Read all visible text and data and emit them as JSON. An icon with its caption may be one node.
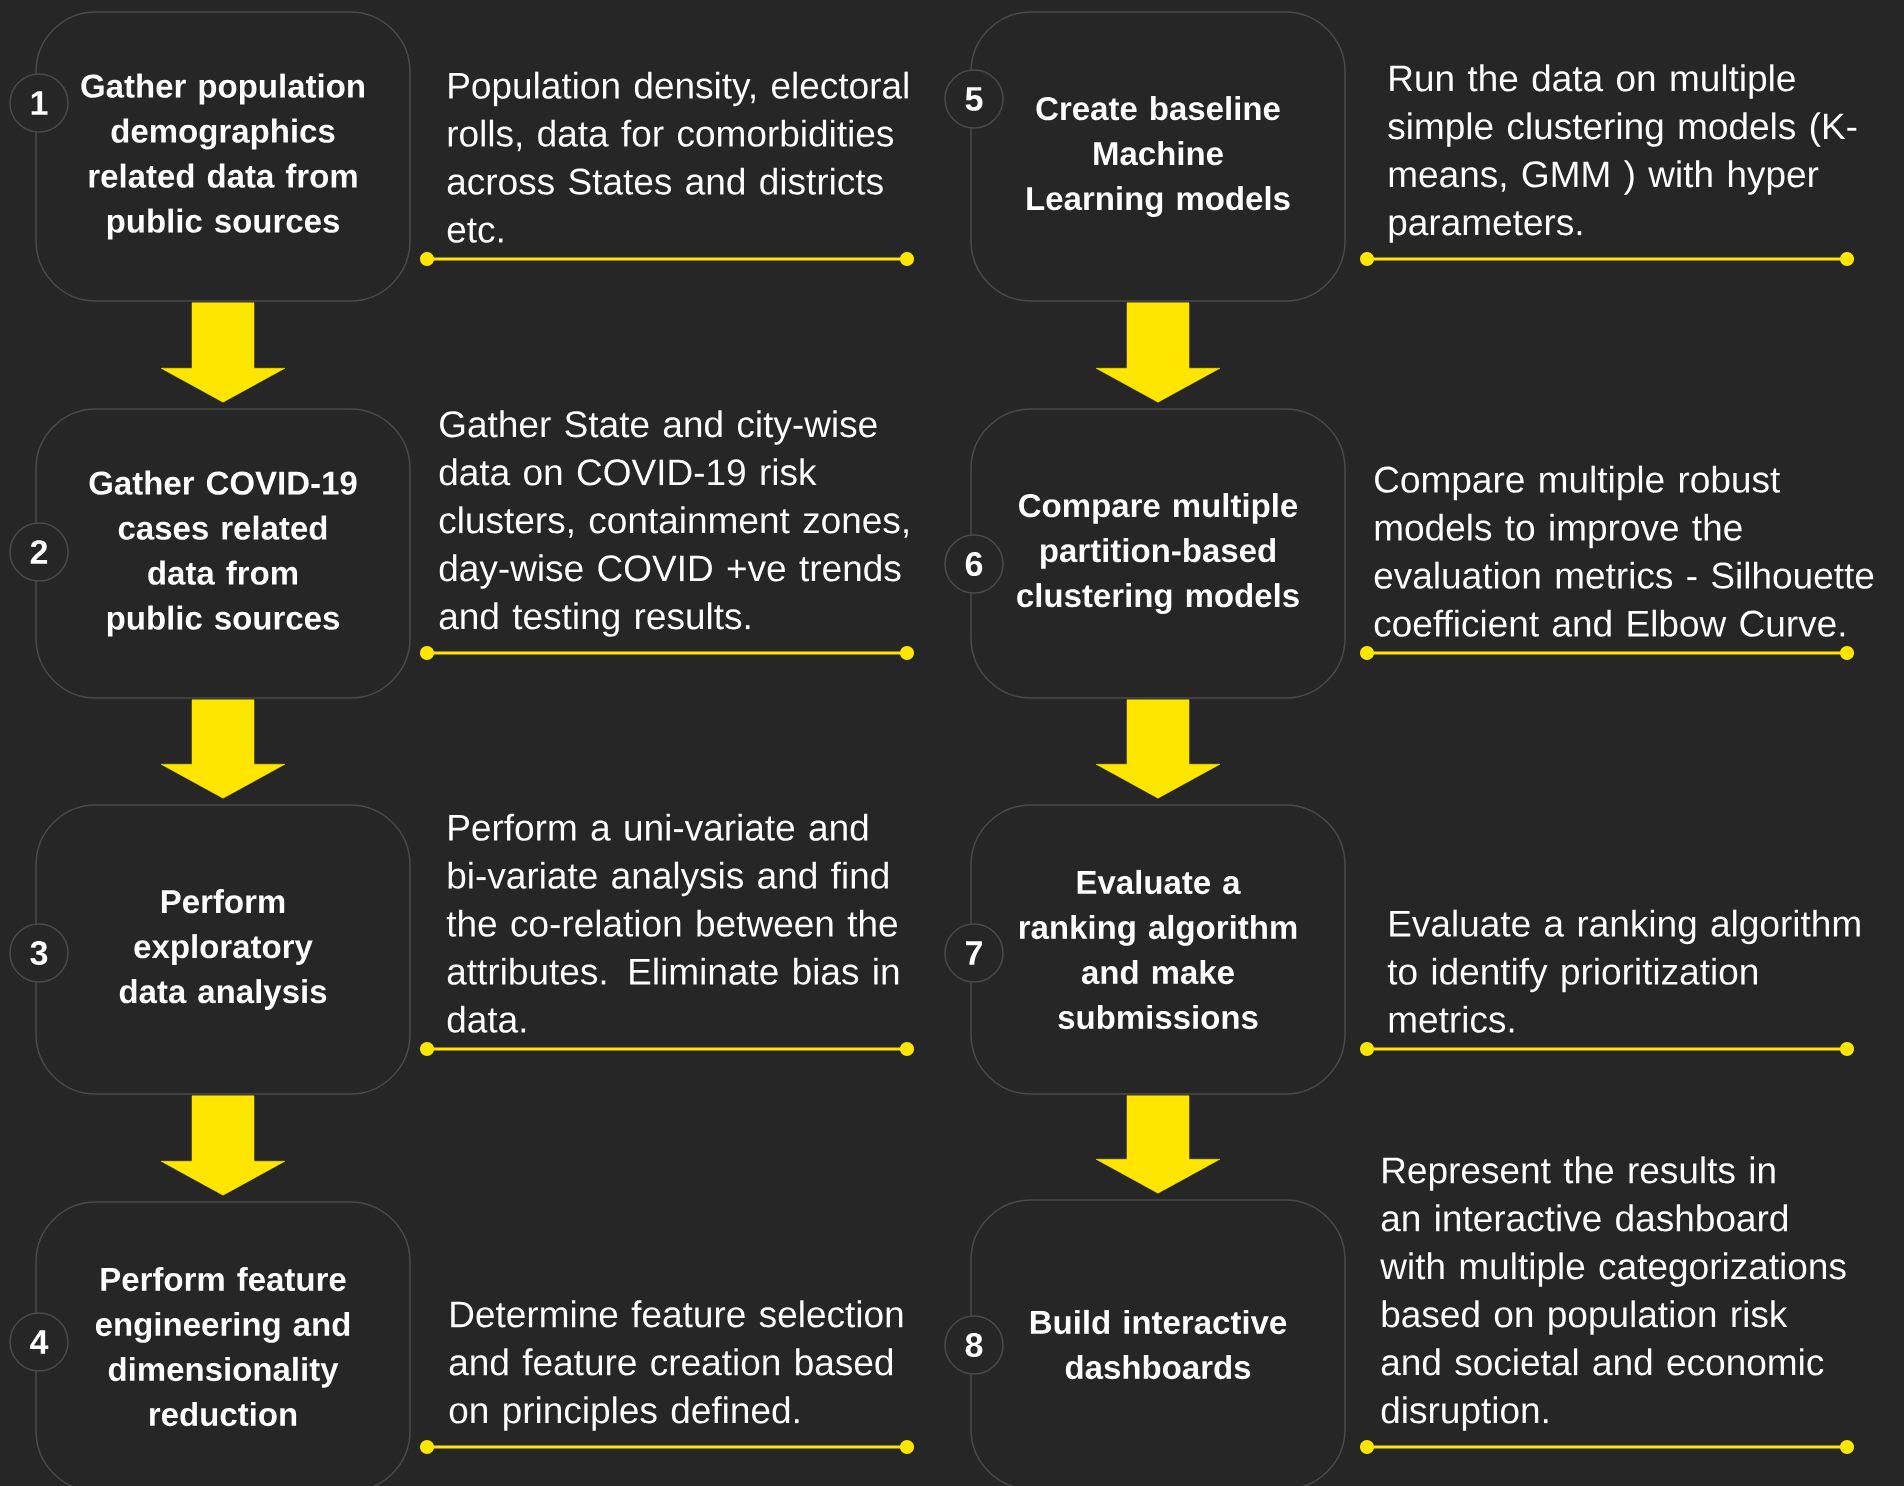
{
  "diagram": {
    "nodes": [
      {
        "text": [
          "1",
          "Gather population demographics related data from public sources"
        ],
        "beside": [
          "Population density, electoral rolls, data for comorbidities across States and districts etc."
        ]
      },
      {
        "text": [
          "2",
          "Gather COVID-19 cases related data from public sources"
        ],
        "beside": [
          "Gather State and city-wise data on COVID-19 risk clusters, containment zones, day-wise COVID +ve trends and testing results."
        ]
      },
      {
        "text": [
          "3",
          "Perform exploratory data analysis"
        ],
        "beside": [
          "Perform a uni-variate and bi-variate analysis and find the co-relation between the attributes. Eliminate bias in data."
        ]
      },
      {
        "text": [
          "4",
          "Perform feature engineering and dimensionality reduction"
        ],
        "beside": [
          "Determine feature selection and feature creation based on principles defined."
        ]
      },
      {
        "text": [
          "5",
          "Create baseline Machine Learning models"
        ],
        "beside": [
          "Run the data on multiple simple clustering models (K-means, GMM ) with hyper parameters."
        ]
      },
      {
        "text": [
          "6",
          "Compare multiple partition-based clustering models"
        ],
        "beside": [
          "Compare multiple robust models to improve the evaluation metrics - Silhouette coefficient and Elbow Curve."
        ]
      },
      {
        "text": [
          "7",
          "Evaluate a ranking algorithm and make submissions"
        ],
        "beside": [
          "Evaluate a ranking algorithm to identify prioritization metrics."
        ]
      },
      {
        "text": [
          "8",
          "Build interactive dashboards"
        ],
        "beside": [
          "Represent the results in an interactive dashboard with multiple categorizations based on population risk and societal and economic disruption."
        ]
      }
    ],
    "edges": [
      {
        "from": 0,
        "to": 1,
        "arrow": "to"
      },
      {
        "from": 1,
        "to": 2,
        "arrow": "to"
      },
      {
        "from": 2,
        "to": 3,
        "arrow": "to"
      },
      {
        "from": 4,
        "to": 5,
        "arrow": "to"
      },
      {
        "from": 5,
        "to": 6,
        "arrow": "to"
      },
      {
        "from": 6,
        "to": 7,
        "arrow": "to"
      }
    ]
  }
}
